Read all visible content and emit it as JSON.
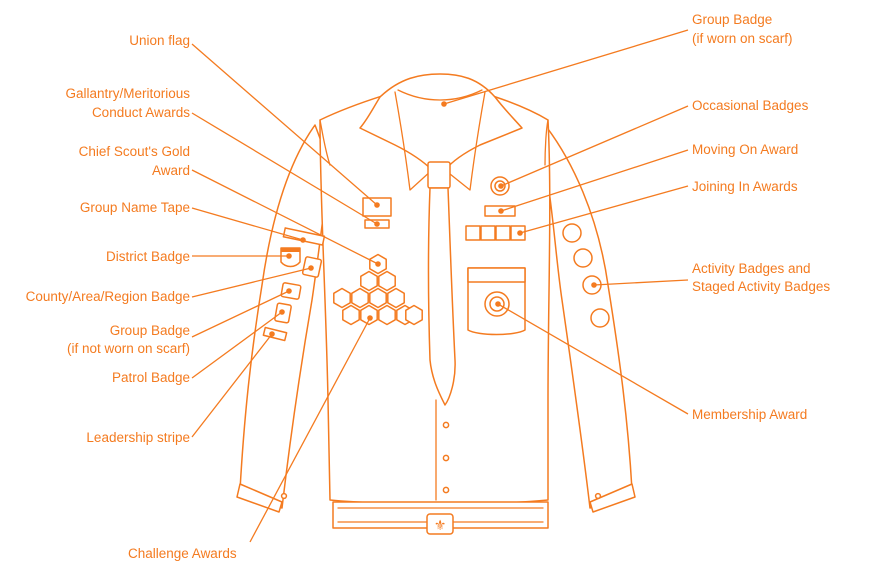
{
  "colors": {
    "accent": "#f47b20",
    "background": "#ffffff"
  },
  "labels": {
    "union_flag": "Union flag",
    "gallantry_1": "Gallantry/Meritorious",
    "gallantry_2": "Conduct Awards",
    "chief_scout_1": "Chief Scout's Gold",
    "chief_scout_2": "Award",
    "group_name_tape": "Group Name Tape",
    "district_badge": "District Badge",
    "county_badge": "County/Area/Region Badge",
    "group_badge_1": "Group Badge",
    "group_badge_2": "(if not worn on scarf)",
    "patrol_badge": "Patrol Badge",
    "leadership_stripe": "Leadership stripe",
    "challenge_awards": "Challenge Awards",
    "group_badge_scarf_1": "Group Badge",
    "group_badge_scarf_2": "(if worn on scarf)",
    "occasional_badges": "Occasional Badges",
    "moving_on_award": "Moving On Award",
    "joining_in_awards": "Joining In Awards",
    "activity_badges_1": "Activity Badges and",
    "activity_badges_2": "Staged Activity Badges",
    "membership_award": "Membership Award"
  }
}
